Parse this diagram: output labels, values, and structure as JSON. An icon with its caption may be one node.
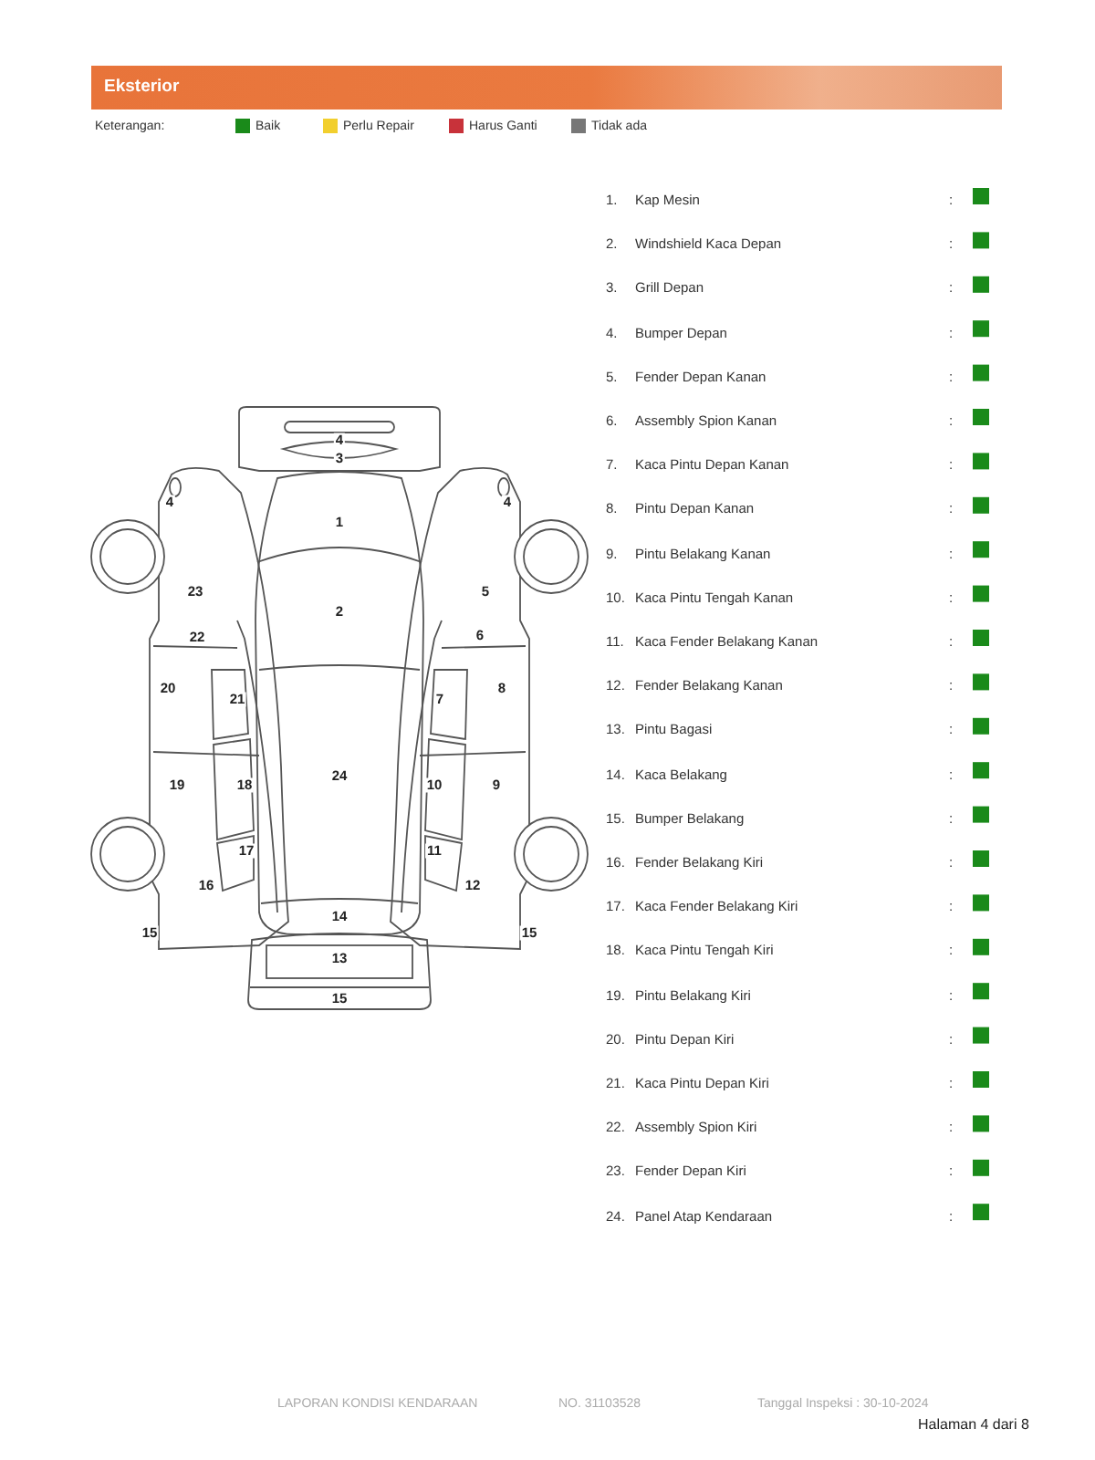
{
  "diagram": {
    "title": "Eksterior",
    "legend": [
      {
        "text": "Baik",
        "color": "#1a8a1a"
      },
      {
        "text": "Perlu Repair",
        "color": "#f2cf2e"
      },
      {
        "text": "Harus Ganti",
        "color": "#c8323a"
      },
      {
        "text": "Tidak ada",
        "color": "#777777"
      }
    ],
    "labels": [
      "Keterangan:",
      "4",
      "3",
      "4",
      "4",
      "1",
      "23",
      "5",
      "2",
      "22",
      "6",
      "20",
      "8",
      "21",
      "7",
      "24",
      "19",
      "18",
      "10",
      "9",
      "17",
      "11",
      "16",
      "12",
      "14",
      "15",
      "15",
      "13",
      "15",
      "1.",
      "Kap Mesin",
      ":",
      "2.",
      "Windshield Kaca Depan",
      ":",
      "3.",
      "Grill Depan",
      ":",
      "4.",
      "Bumper Depan",
      ":",
      "5.",
      "Fender Depan Kanan",
      ":",
      "6.",
      "Assembly Spion Kanan",
      ":",
      "7.",
      "Kaca Pintu Depan Kanan",
      ":",
      "8.",
      "Pintu Depan Kanan",
      ":",
      "9.",
      "Pintu Belakang Kanan",
      ":",
      "10.",
      "Kaca Pintu Tengah Kanan",
      ":",
      "11.",
      "Kaca Fender Belakang Kanan",
      ":",
      "12.",
      "Fender Belakang Kanan",
      ":",
      "13.",
      "Pintu Bagasi",
      ":",
      "14.",
      "Kaca Belakang",
      ":",
      "15.",
      "Bumper Belakang",
      ":",
      "16.",
      "Fender Belakang Kiri",
      ":",
      "17.",
      "Kaca Fender Belakang Kiri",
      ":",
      "18.",
      "Kaca Pintu Tengah Kiri",
      ":",
      "19.",
      "Pintu Belakang Kiri",
      ":",
      "20.",
      "Pintu Depan Kiri",
      ":",
      "21.",
      "Kaca Pintu Depan Kiri",
      ":",
      "22.",
      "Assembly Spion Kiri",
      ":",
      "23.",
      "Fender Depan Kiri",
      ":",
      "24.",
      "Panel Atap Kendaraan",
      ":",
      "LAPORAN KONDISI KENDARAAN",
      "NO. 31103528",
      "Tanggal Inspeksi : 30-10-2024",
      "Halaman 4 dari 8"
    ]
  }
}
